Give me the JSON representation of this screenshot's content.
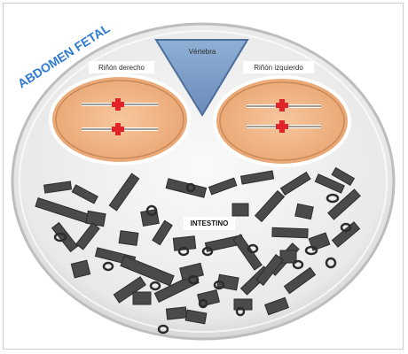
{
  "title": "ABDOMEN FETAL",
  "labels": {
    "vertebra": "Vértebra",
    "right_kidney": "Riñón derecho",
    "left_kidney": "Riñón izquierdo",
    "intestine": "INTESTINO"
  },
  "colors": {
    "title": "#2e7bd6",
    "kidney_fill": "#f2b17f",
    "kidney_border": "#c98a5a",
    "vertebra_fill": "#7f9fc6",
    "vertebra_border": "#4d6e9c",
    "marker": "#e3232a",
    "intestine": "#4a4a4a"
  },
  "icons": {
    "marker": "red-cross-marker-icon"
  }
}
